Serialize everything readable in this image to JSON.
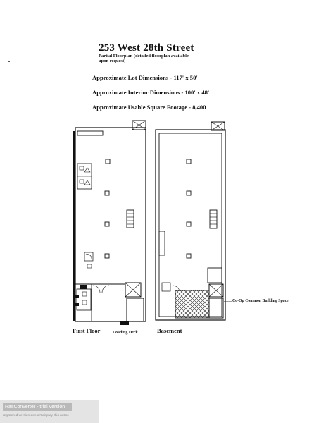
{
  "header": {
    "title": "253 West 28th Street",
    "note": "Partial Floorplan (detailed floorplan available upon request)"
  },
  "dimensions": [
    "Approximate Lot Dimensions - 117' x 50'",
    "Approximate Interior Dimensions - 100' x 48'",
    "Approximate Usable Square Footage - 8,400"
  ],
  "labels": {
    "first_floor": "First Floor",
    "loading_deck": "Loading Deck",
    "basement": "Basement",
    "coop": "Co-Op Common Building Space"
  },
  "watermark": {
    "title": "RasConverter - trial version",
    "subtitle": "registered version doesn't display this notice"
  }
}
